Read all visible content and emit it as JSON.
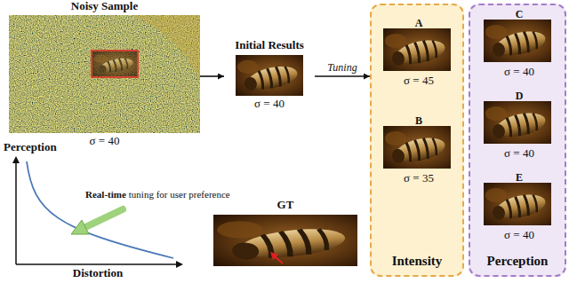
{
  "diagram": {
    "nodes": [
      {
        "text": [
          "Noisy Sample",
          "σ = 40"
        ]
      },
      {
        "text": [
          "Initial Results",
          "σ = 40"
        ]
      },
      {
        "text": [
          "Intensity"
        ]
      },
      {
        "text": [
          "A",
          "σ = 45"
        ],
        "in": 2
      },
      {
        "text": [
          "B",
          "σ = 35"
        ],
        "in": 2
      },
      {
        "text": [
          "Perception"
        ]
      },
      {
        "text": [
          "C",
          "σ = 40"
        ],
        "in": 5
      },
      {
        "text": [
          "D",
          "σ = 40"
        ],
        "in": 5
      },
      {
        "text": [
          "E",
          "σ = 40"
        ],
        "in": 5
      },
      {
        "text": [
          "GT"
        ]
      }
    ],
    "edges": [
      {
        "from": 0,
        "to": 1,
        "arrow": "to"
      },
      {
        "from": 1,
        "to": 2,
        "label": "Tuning",
        "arrow": "to"
      }
    ],
    "labels": [
      "Perception",
      "Real-time",
      "tuning for user preference",
      "Distortion"
    ]
  }
}
